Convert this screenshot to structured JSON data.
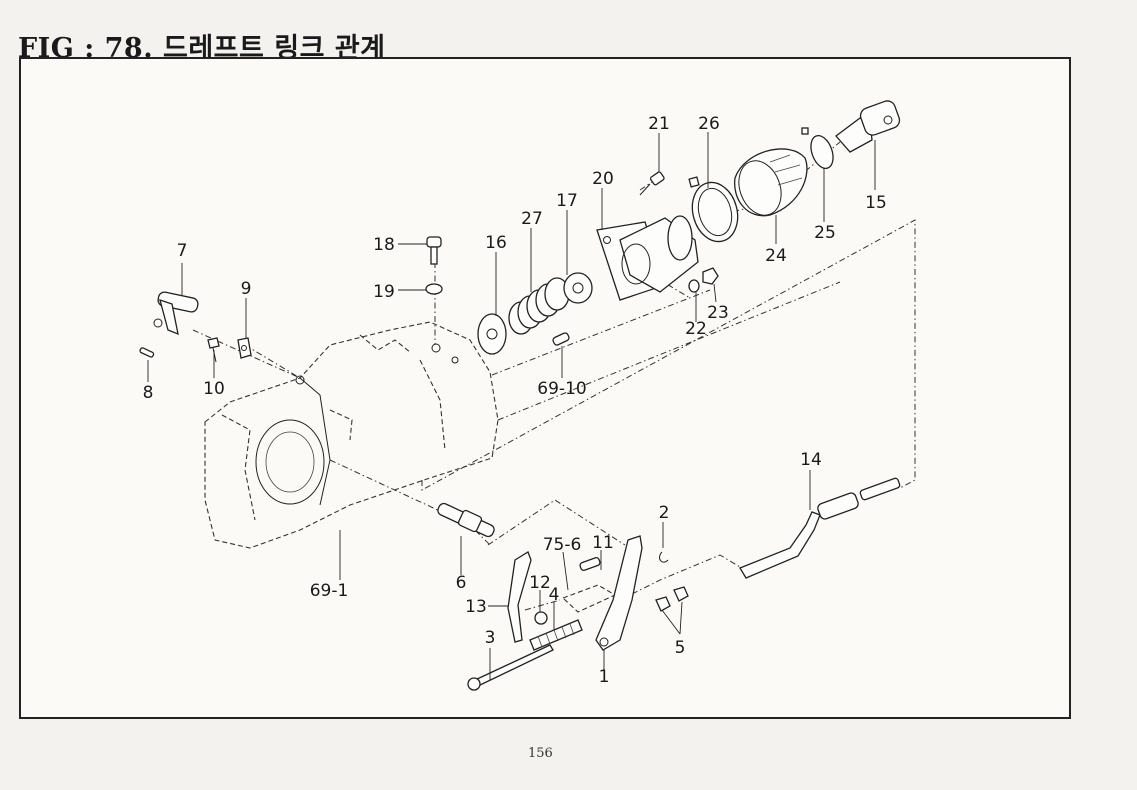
{
  "figure": {
    "title": "FIG : 78.  드레프트 링크 관계",
    "page_number": "156"
  },
  "parts": [
    {
      "id": "p1",
      "label": "1"
    },
    {
      "id": "p2",
      "label": "2"
    },
    {
      "id": "p3",
      "label": "3"
    },
    {
      "id": "p4",
      "label": "4"
    },
    {
      "id": "p5",
      "label": "5"
    },
    {
      "id": "p6",
      "label": "6"
    },
    {
      "id": "p7",
      "label": "7"
    },
    {
      "id": "p8",
      "label": "8"
    },
    {
      "id": "p9",
      "label": "9"
    },
    {
      "id": "p10",
      "label": "10"
    },
    {
      "id": "p11",
      "label": "11"
    },
    {
      "id": "p12",
      "label": "12"
    },
    {
      "id": "p13",
      "label": "13"
    },
    {
      "id": "p14",
      "label": "14"
    },
    {
      "id": "p15",
      "label": "15"
    },
    {
      "id": "p16",
      "label": "16"
    },
    {
      "id": "p17",
      "label": "17"
    },
    {
      "id": "p18",
      "label": "18"
    },
    {
      "id": "p19",
      "label": "19"
    },
    {
      "id": "p20",
      "label": "20"
    },
    {
      "id": "p21",
      "label": "21"
    },
    {
      "id": "p22",
      "label": "22"
    },
    {
      "id": "p23",
      "label": "23"
    },
    {
      "id": "p24",
      "label": "24"
    },
    {
      "id": "p25",
      "label": "25"
    },
    {
      "id": "p26",
      "label": "26"
    },
    {
      "id": "p27",
      "label": "27"
    },
    {
      "id": "p69_1",
      "label": "69-1"
    },
    {
      "id": "p69_10",
      "label": "69-10"
    },
    {
      "id": "p75_6",
      "label": "75-6"
    }
  ]
}
